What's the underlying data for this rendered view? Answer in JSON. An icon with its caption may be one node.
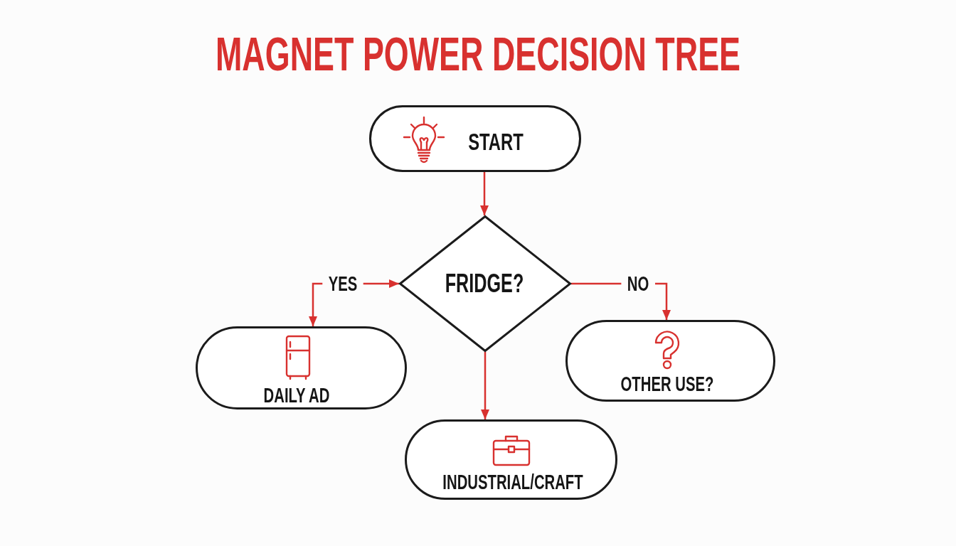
{
  "diagram": {
    "title": "MAGNET POWER DECISION TREE",
    "nodes": [
      {
        "text": [
          "START"
        ]
      },
      {
        "text": [
          "FRIDGE?"
        ]
      },
      {
        "text": [
          "DAILY AD"
        ]
      },
      {
        "text": [
          "OTHER USE?"
        ]
      },
      {
        "text": [
          "INDUSTRIAL/CRAFT"
        ]
      }
    ],
    "edges": [
      {
        "from": 0,
        "to": 1,
        "arrow": "to"
      },
      {
        "from": 1,
        "to": 2,
        "arrow": "both",
        "label": "YES"
      },
      {
        "from": 1,
        "to": 3,
        "arrow": "to",
        "label": "NO"
      },
      {
        "from": 1,
        "to": 4,
        "arrow": "to"
      }
    ]
  }
}
